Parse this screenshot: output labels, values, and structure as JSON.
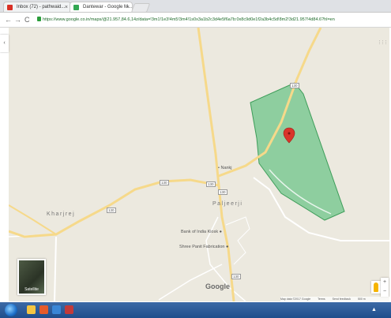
{
  "browser": {
    "tabs": [
      {
        "title": "Inbox (72) - pathwaid...",
        "favicon_color": "#d93025",
        "active": false
      },
      {
        "title": "Dantewar - Google M...",
        "favicon_color": "#34a853",
        "active": true
      }
    ],
    "close_glyph": "×",
    "nav": {
      "back": "←",
      "forward": "→",
      "reload": "C"
    },
    "url": "https://www.google.co.in/maps/@21.957,84.6,14z/data=!3m1!1e3!4m5!3m4!1s0x3a1b2c3d4e5f6a7b:0x8c9d0e1f2a3b4c5d!8m2!3d21.957!4d84.6?hl=en"
  },
  "map": {
    "labels": {
      "poi1": "Nankj",
      "town_center": "Paljeerji",
      "town_west": "Kharjrej",
      "poi_bank": "Bank of India Kiosk",
      "poi_shop": "Shree Panit Fabrication"
    },
    "route_shields": [
      "130",
      "130",
      "130",
      "130",
      "130",
      "130"
    ],
    "satellite_label": "Satellite",
    "google_logo": "Google",
    "attribution": [
      "Map data ©2017 Google",
      "Terms",
      "Send feedback",
      "500 m"
    ],
    "zoom_in": "+",
    "zoom_out": "−",
    "collapse_glyph": "‹",
    "apps_glyph": "⋮⋮⋮",
    "colors": {
      "land": "#ece9df",
      "road": "#f6d98a",
      "polygon_fill": "#6fc48a",
      "polygon_stroke": "#3e9d5a",
      "marker": "#d9352a"
    }
  }
}
